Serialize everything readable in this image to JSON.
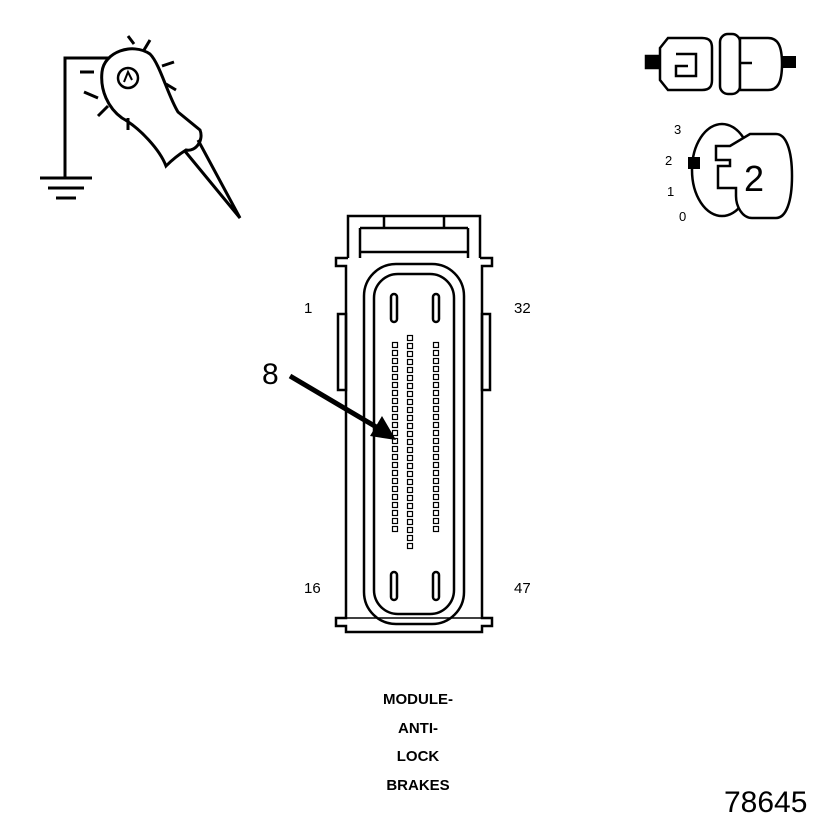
{
  "pin_labels": {
    "top_left": "1",
    "top_right": "32",
    "bottom_left": "16",
    "bottom_right": "47"
  },
  "callout": "8",
  "title_lines": [
    "MODULE-",
    "ANTI-",
    "LOCK",
    "BRAKES"
  ],
  "figure_number": "78645",
  "ignition": {
    "positions": [
      "3",
      "2",
      "1",
      "0"
    ],
    "key_label": "2"
  },
  "icons": [
    "ground-probe-icon",
    "disconnected-connector-icon",
    "ignition-key-icon"
  ]
}
